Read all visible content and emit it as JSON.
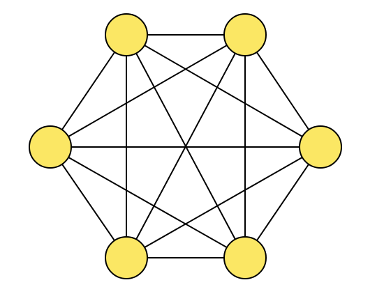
{
  "graph": {
    "type": "complete-graph",
    "node_count": 6,
    "nodes": [
      {
        "id": "top-left"
      },
      {
        "id": "top-right"
      },
      {
        "id": "right"
      },
      {
        "id": "bottom-right"
      },
      {
        "id": "bottom-left"
      },
      {
        "id": "left"
      }
    ],
    "edges": "all-pairs",
    "colors": {
      "node_fill": "#fbe764",
      "node_stroke": "#000000",
      "edge": "#000000",
      "background": "#ffffff"
    }
  }
}
